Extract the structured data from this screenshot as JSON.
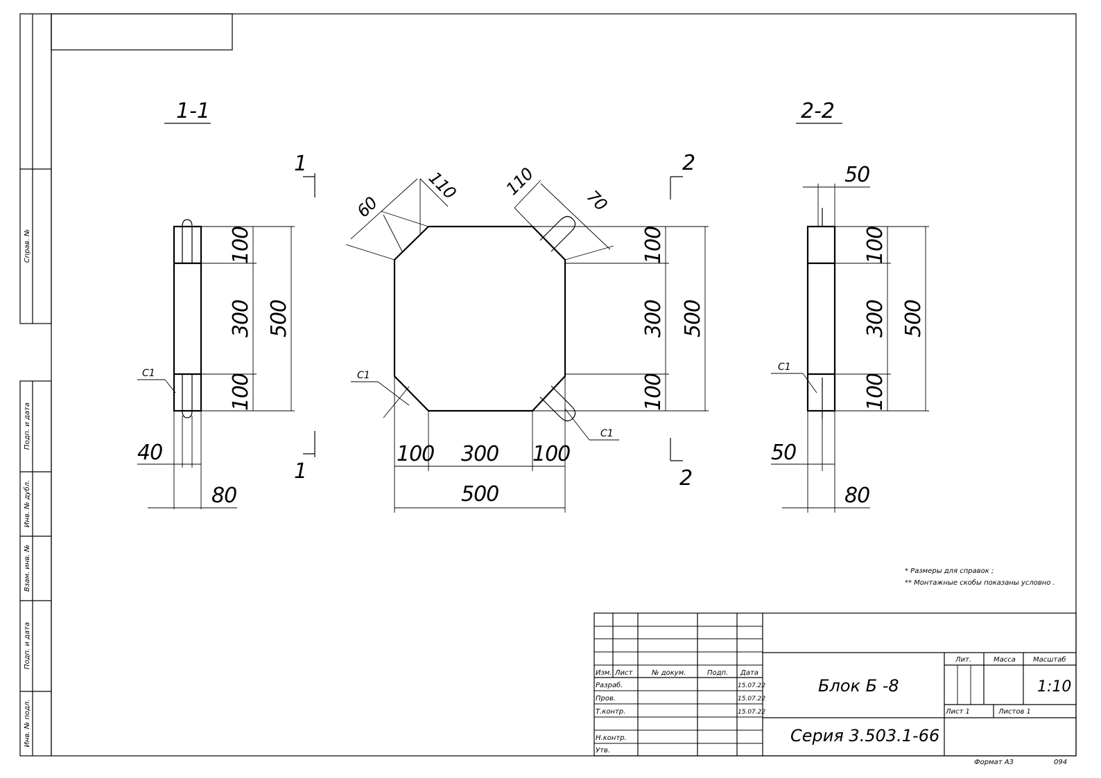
{
  "sections": {
    "s1_title": "1-1",
    "s2_title": "2-2",
    "cut1_top": "1",
    "cut1_bottom": "1",
    "cut2_top": "2",
    "cut2_bottom": "2"
  },
  "dims": {
    "v100": "100",
    "v300": "300",
    "v500": "500",
    "d40": "40",
    "d80": "80",
    "d50": "50",
    "d60": "60",
    "d110": "110",
    "d70": "70",
    "c1": "C1",
    "h100": "100",
    "h300": "300",
    "h500": "500"
  },
  "side_strip": {
    "sprav": "Справ. №",
    "podp1": "Подп. и дата",
    "inv_dubl": "Инв. № дубл.",
    "vzam": "Взам. инв. №",
    "podp2": "Подп. и дата",
    "inv_podl": "Инв. № подл."
  },
  "notes": {
    "n1": "* Размеры для справок ;",
    "n2": "** Монтажные скобы показаны условно ."
  },
  "title_block": {
    "izm": "Изм.",
    "list": "Лист",
    "nodokum": "№ докум.",
    "podp": "Подп.",
    "data": "Дата",
    "razrab": "Разраб.",
    "prov": "Пров.",
    "tkontr": "Т.контр.",
    "nkontr": "Н.контр.",
    "utv": "Утв.",
    "date1": "15.07.22",
    "date2": "15.07.22",
    "date3": "15.07.22",
    "name": "Блок Б -8",
    "series": "Серия 3.503.1-66",
    "lit": "Лит.",
    "massa": "Масса",
    "masshtab": "Масштаб",
    "scale": "1:10",
    "sheet": "Лист 1",
    "sheets": "Листов 1",
    "format": "Формат А3",
    "code": "094"
  }
}
